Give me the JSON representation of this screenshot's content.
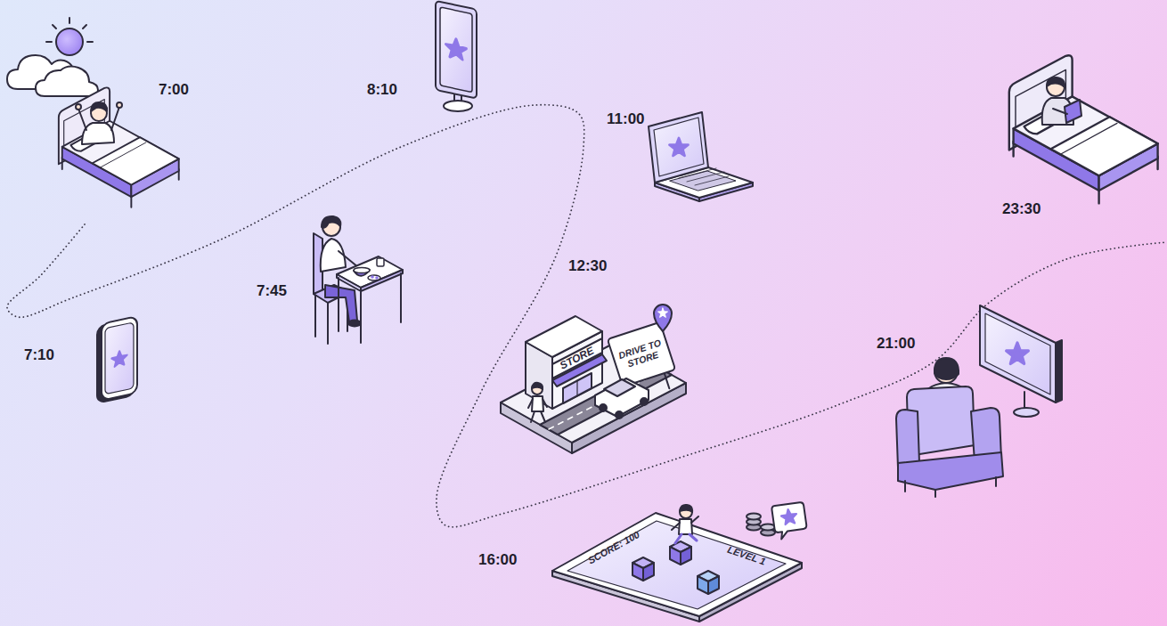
{
  "diagram": {
    "labels": [
      "7:00",
      "8:10",
      "11:00",
      "7:45",
      "12:30",
      "7:10",
      "21:00",
      "23:30",
      "16:00",
      "STORE",
      "DRIVE TO STORE",
      "SCORE: 100",
      "LEVEL 1"
    ]
  }
}
